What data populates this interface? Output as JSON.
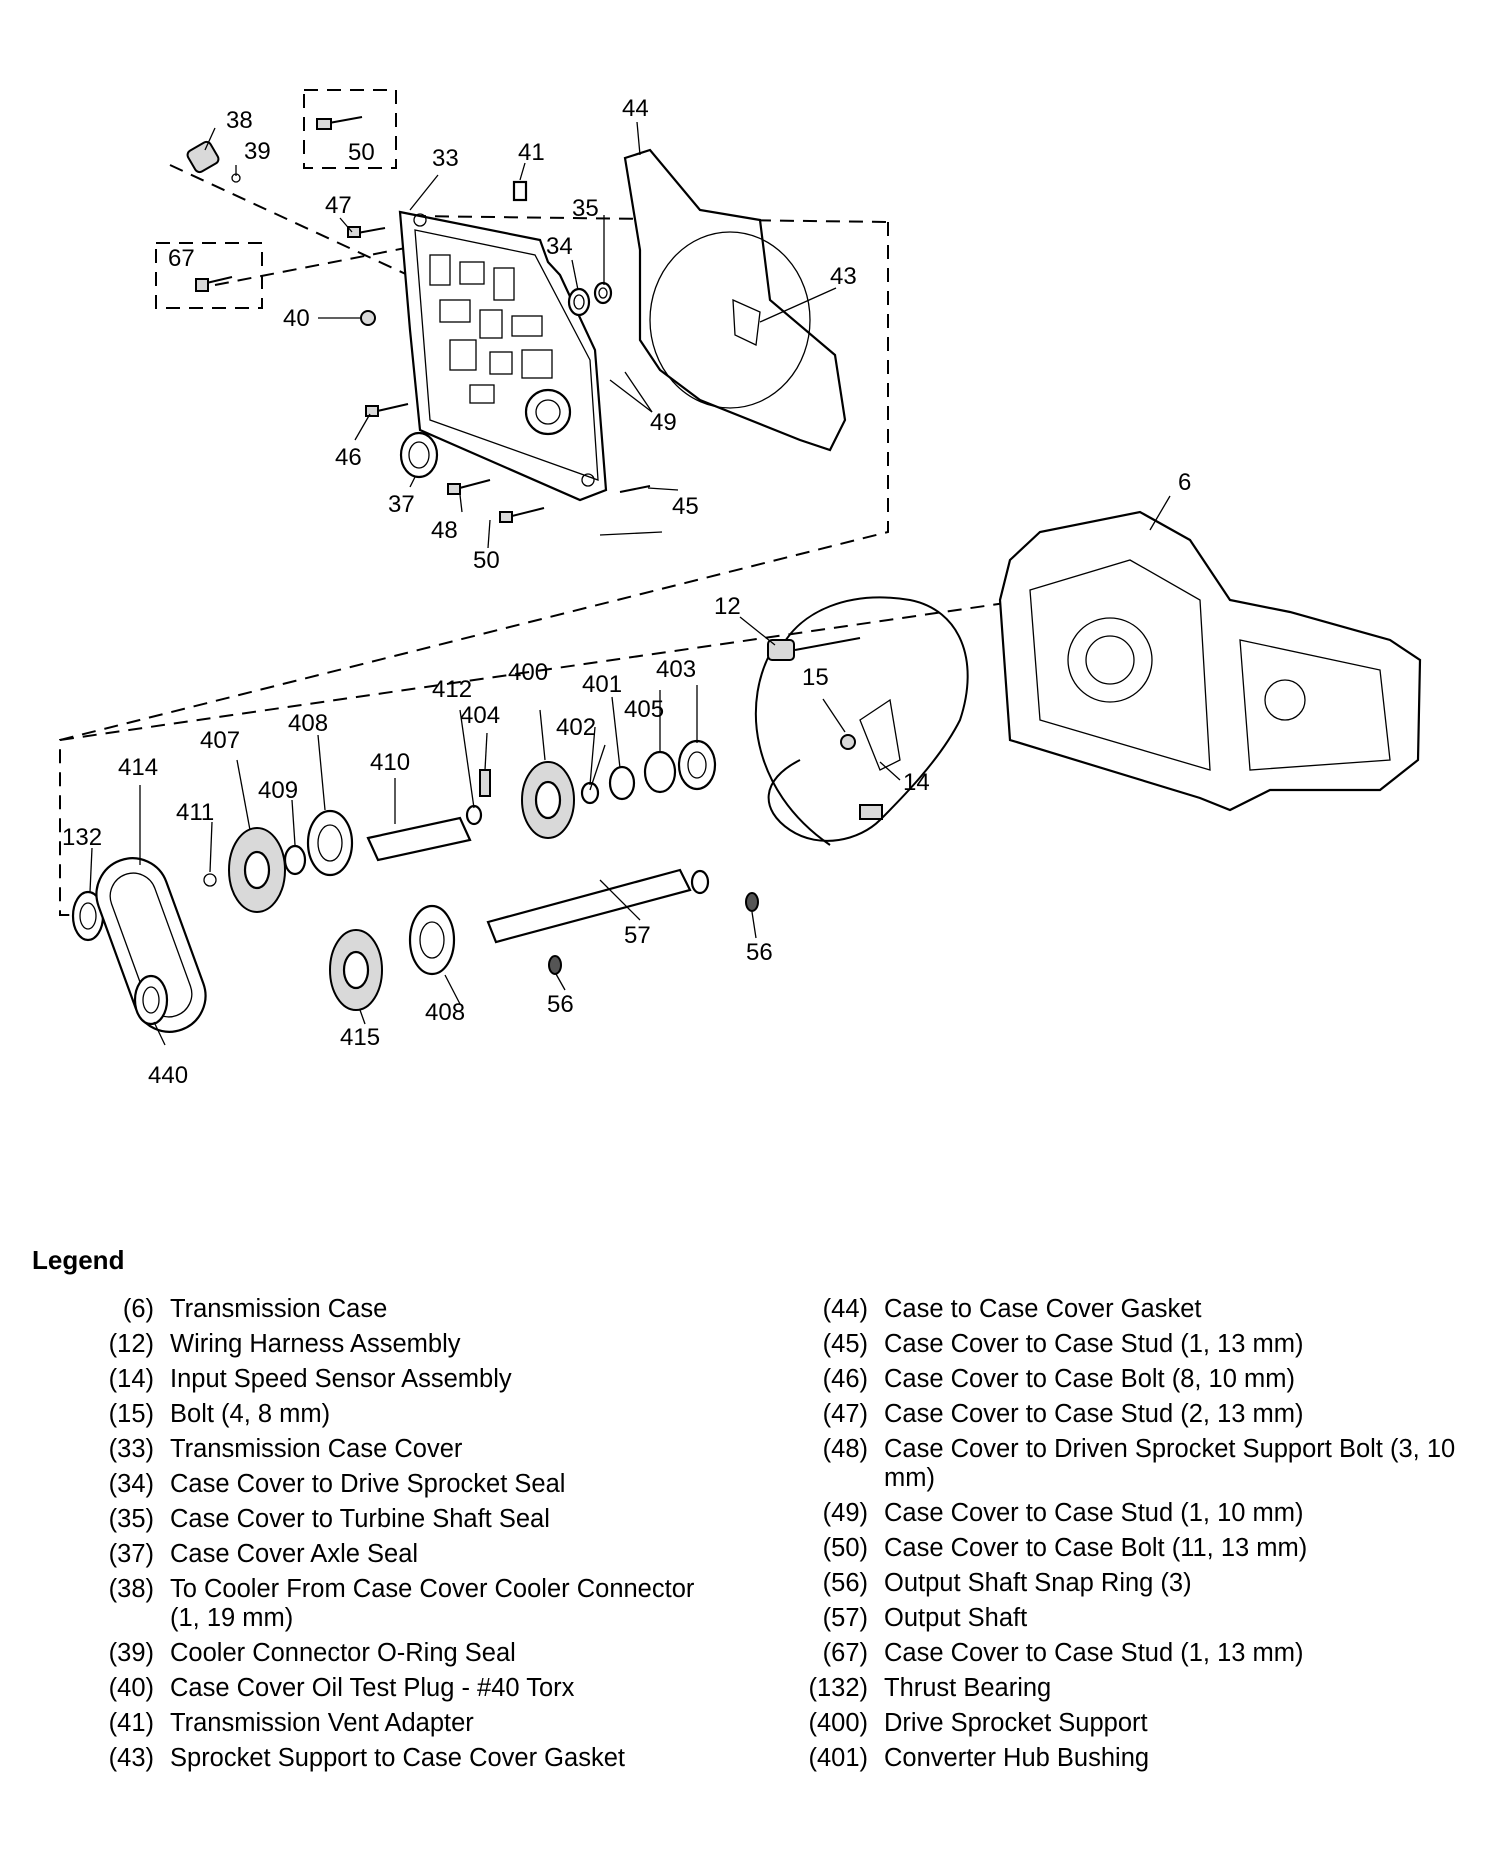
{
  "diagram": {
    "callouts": [
      {
        "id": "c38",
        "text": "38"
      },
      {
        "id": "c39",
        "text": "39"
      },
      {
        "id": "c50a",
        "text": "50"
      },
      {
        "id": "c33",
        "text": "33"
      },
      {
        "id": "c41",
        "text": "41"
      },
      {
        "id": "c44",
        "text": "44"
      },
      {
        "id": "c35",
        "text": "35"
      },
      {
        "id": "c34",
        "text": "34"
      },
      {
        "id": "c43",
        "text": "43"
      },
      {
        "id": "c47",
        "text": "47"
      },
      {
        "id": "c67",
        "text": "67"
      },
      {
        "id": "c40",
        "text": "40"
      },
      {
        "id": "c49",
        "text": "49"
      },
      {
        "id": "c46",
        "text": "46"
      },
      {
        "id": "c37",
        "text": "37"
      },
      {
        "id": "c48",
        "text": "48"
      },
      {
        "id": "c45",
        "text": "45"
      },
      {
        "id": "c50b",
        "text": "50"
      },
      {
        "id": "c6",
        "text": "6"
      },
      {
        "id": "c12",
        "text": "12"
      },
      {
        "id": "c15",
        "text": "15"
      },
      {
        "id": "c14",
        "text": "14"
      },
      {
        "id": "c412",
        "text": "412"
      },
      {
        "id": "c400",
        "text": "400"
      },
      {
        "id": "c401",
        "text": "401"
      },
      {
        "id": "c403",
        "text": "403"
      },
      {
        "id": "c404",
        "text": "404"
      },
      {
        "id": "c402",
        "text": "402"
      },
      {
        "id": "c405",
        "text": "405"
      },
      {
        "id": "c414",
        "text": "414"
      },
      {
        "id": "c407",
        "text": "407"
      },
      {
        "id": "c408a",
        "text": "408"
      },
      {
        "id": "c410",
        "text": "410"
      },
      {
        "id": "c409",
        "text": "409"
      },
      {
        "id": "c411",
        "text": "411"
      },
      {
        "id": "c132",
        "text": "132"
      },
      {
        "id": "c57",
        "text": "57"
      },
      {
        "id": "c56a",
        "text": "56"
      },
      {
        "id": "c56b",
        "text": "56"
      },
      {
        "id": "c408b",
        "text": "408"
      },
      {
        "id": "c415",
        "text": "415"
      },
      {
        "id": "c440",
        "text": "440"
      }
    ]
  },
  "legend": {
    "title": "Legend",
    "left": [
      {
        "num": "(6)",
        "desc": "Transmission Case"
      },
      {
        "num": "(12)",
        "desc": "Wiring Harness Assembly"
      },
      {
        "num": "(14)",
        "desc": "Input Speed Sensor Assembly"
      },
      {
        "num": "(15)",
        "desc": "Bolt (4, 8 mm)"
      },
      {
        "num": "(33)",
        "desc": "Transmission Case Cover"
      },
      {
        "num": "(34)",
        "desc": "Case Cover to Drive Sprocket Seal"
      },
      {
        "num": "(35)",
        "desc": "Case Cover to Turbine Shaft Seal"
      },
      {
        "num": "(37)",
        "desc": "Case Cover Axle Seal"
      },
      {
        "num": "(38)",
        "desc": "To Cooler From Case Cover Cooler Connector (1, 19 mm)"
      },
      {
        "num": "(39)",
        "desc": "Cooler Connector O-Ring Seal"
      },
      {
        "num": "(40)",
        "desc": "Case Cover Oil Test Plug - #40 Torx"
      },
      {
        "num": "(41)",
        "desc": "Transmission Vent Adapter"
      },
      {
        "num": "(43)",
        "desc": "Sprocket Support to Case Cover Gasket"
      }
    ],
    "right": [
      {
        "num": "(44)",
        "desc": "Case to Case Cover Gasket"
      },
      {
        "num": "(45)",
        "desc": "Case Cover to Case Stud (1, 13 mm)"
      },
      {
        "num": "(46)",
        "desc": "Case Cover to Case Bolt (8, 10 mm)"
      },
      {
        "num": "(47)",
        "desc": "Case Cover to Case Stud (2, 13 mm)"
      },
      {
        "num": "(48)",
        "desc": "Case Cover to Driven Sprocket Support Bolt (3, 10 mm)"
      },
      {
        "num": "(49)",
        "desc": "Case Cover to Case Stud (1, 10 mm)"
      },
      {
        "num": "(50)",
        "desc": "Case Cover to Case Bolt (11, 13 mm)"
      },
      {
        "num": "(56)",
        "desc": "Output Shaft Snap Ring (3)"
      },
      {
        "num": "(57)",
        "desc": "Output Shaft"
      },
      {
        "num": "(67)",
        "desc": "Case Cover to Case Stud (1, 13 mm)"
      },
      {
        "num": "(132)",
        "desc": "Thrust Bearing"
      },
      {
        "num": "(400)",
        "desc": "Drive Sprocket Support"
      },
      {
        "num": "(401)",
        "desc": "Converter Hub Bushing"
      }
    ]
  }
}
